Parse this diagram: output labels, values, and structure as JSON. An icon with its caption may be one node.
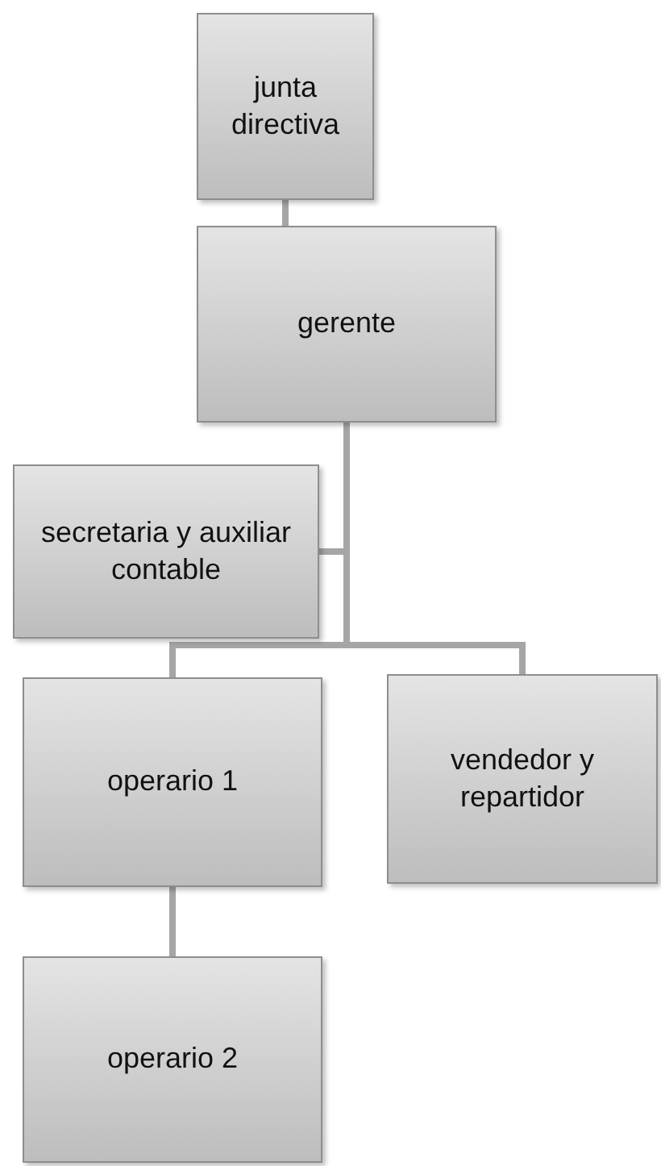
{
  "diagram": {
    "nodes": [
      {
        "text": [
          "junta directiva"
        ]
      },
      {
        "text": [
          "gerente"
        ]
      },
      {
        "text": [
          "secretaria y auxiliar contable"
        ]
      },
      {
        "text": [
          "operario 1"
        ]
      },
      {
        "text": [
          "vendedor y repartidor"
        ]
      },
      {
        "text": [
          "operario 2"
        ]
      }
    ],
    "edges": [
      {
        "from": 0,
        "to": 1,
        "arrow": "none"
      },
      {
        "from": 1,
        "to": 2,
        "arrow": "none"
      },
      {
        "from": 1,
        "to": 3,
        "arrow": "none"
      },
      {
        "from": 1,
        "to": 4,
        "arrow": "none"
      },
      {
        "from": 3,
        "to": 5,
        "arrow": "none"
      }
    ]
  }
}
